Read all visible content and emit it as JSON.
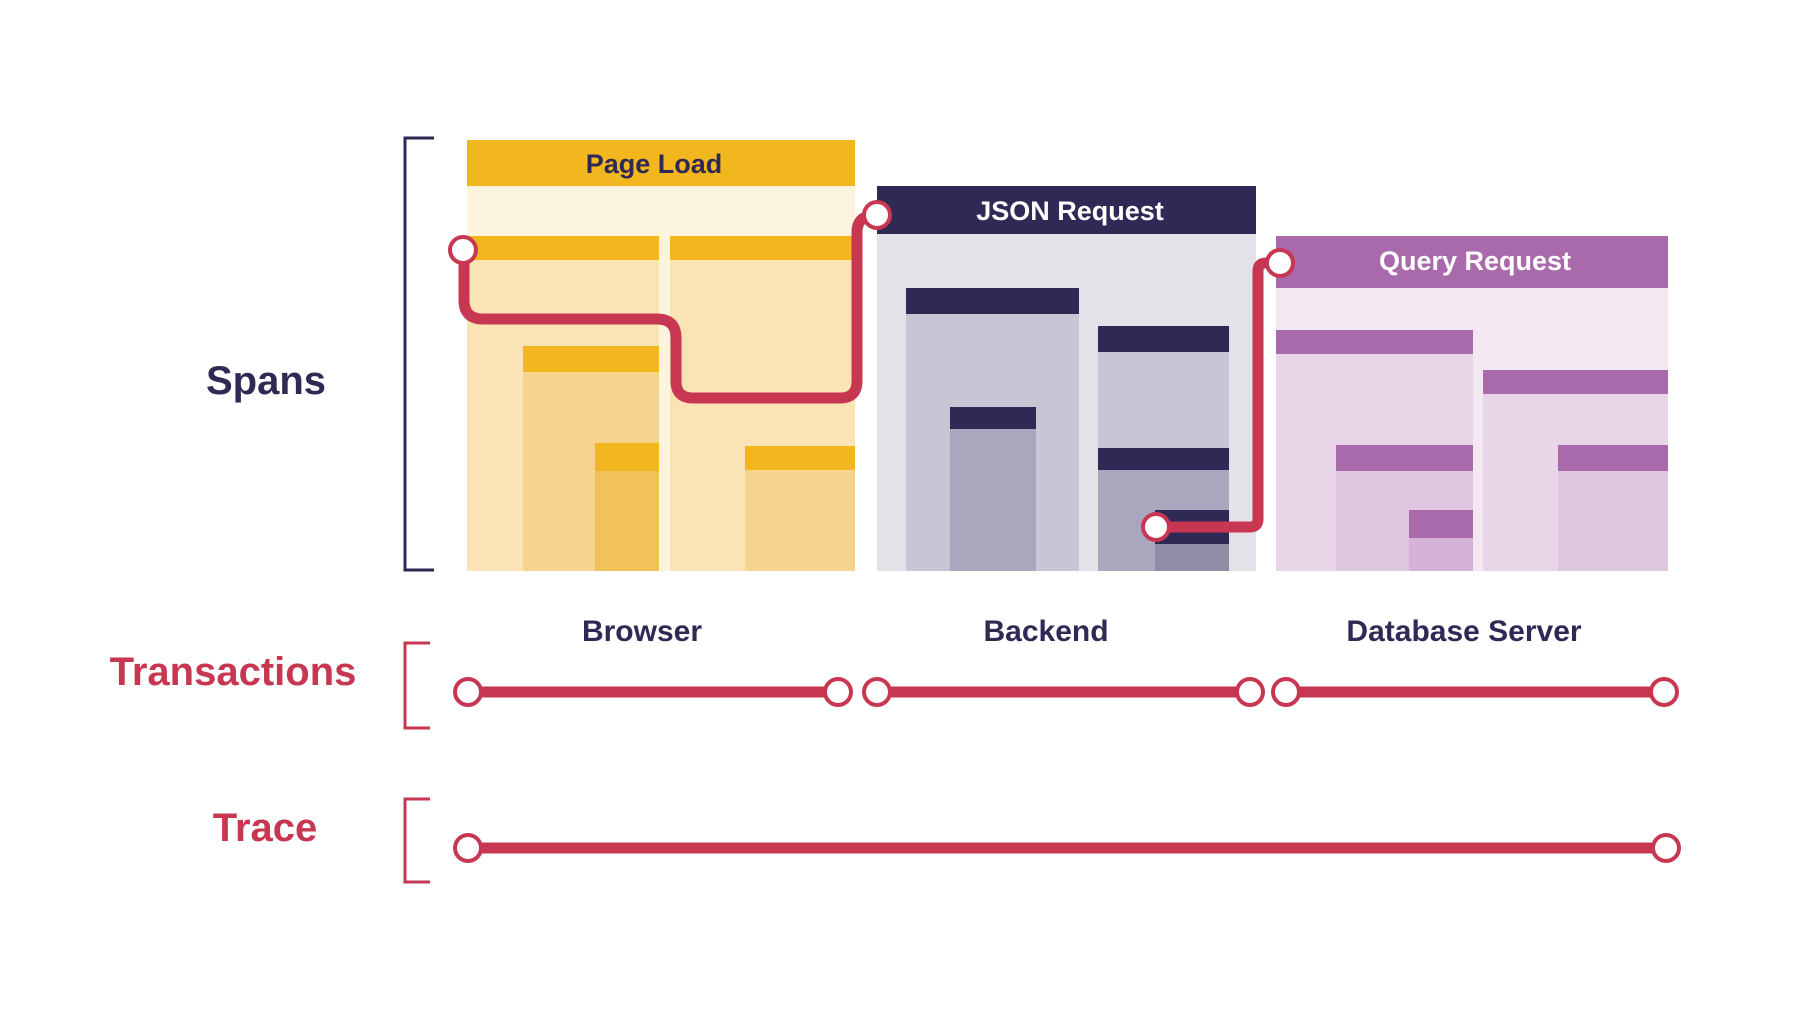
{
  "labels": {
    "spans": "Spans",
    "transactions": "Transactions",
    "trace": "Trace"
  },
  "services": {
    "browser": "Browser",
    "backend": "Backend",
    "database": "Database Server"
  },
  "requests": {
    "page_load": "Page Load",
    "json_request": "JSON Request",
    "query_request": "Query Request"
  },
  "colors": {
    "navy": "#2f2a55",
    "red": "#c83752",
    "yellow": "#f2b71f",
    "purple": "#a96aab"
  }
}
